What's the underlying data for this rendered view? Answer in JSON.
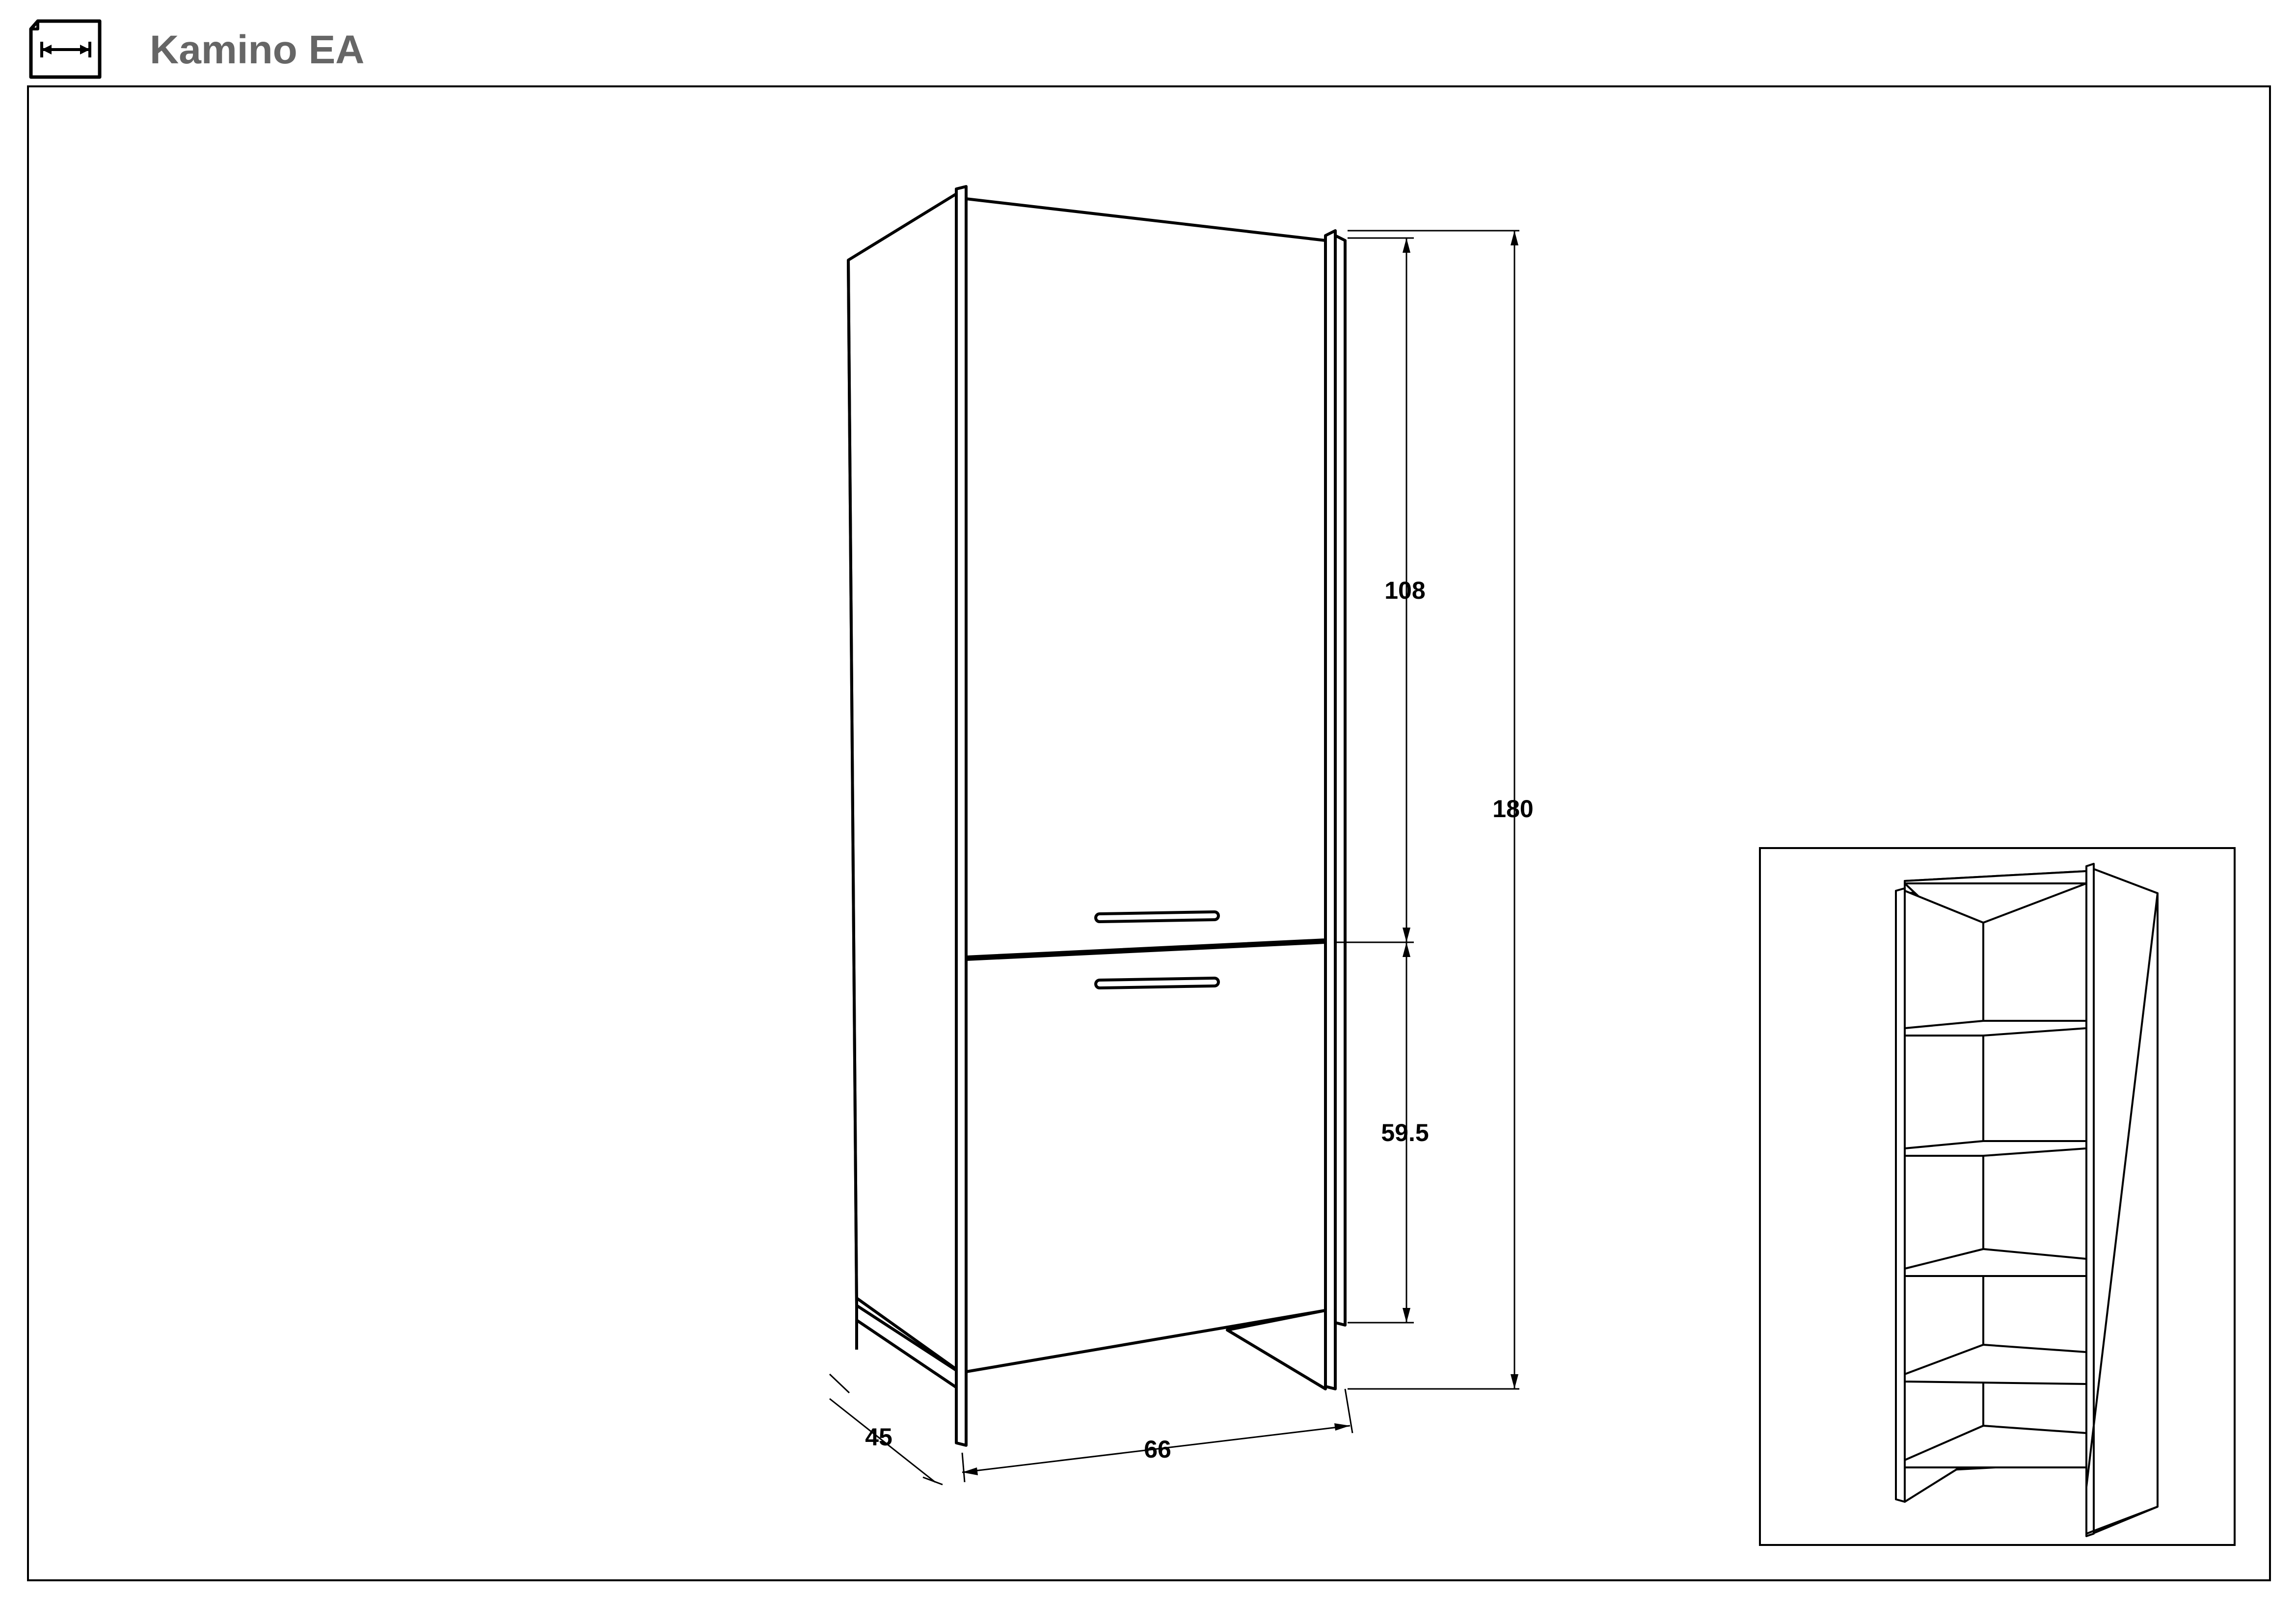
{
  "header": {
    "title": "Kamino EA",
    "icon": "dimensions-icon"
  },
  "dimensions": {
    "width": "66",
    "depth": "45",
    "height_total": "180",
    "height_upper": "108",
    "height_lower": "59.5"
  },
  "colors": {
    "title_gray": "#666666",
    "line": "#000000"
  }
}
